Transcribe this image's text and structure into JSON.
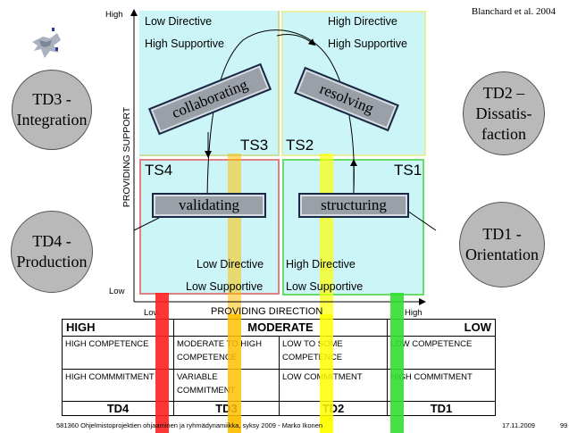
{
  "citation": "Blanchard et al. 2004",
  "axes": {
    "y_label": "PROVIDING SUPPORT",
    "y_high": "High",
    "y_low": "Low",
    "x_label": "PROVIDING DIRECTION",
    "x_low": "Low",
    "x_high": "High"
  },
  "quadrants": {
    "top_left": {
      "line1": "Low Directive",
      "line2": "High Supportive",
      "stage": "TS3",
      "action": "collaborating"
    },
    "top_right": {
      "line1": "High Directive",
      "line2": "High Supportive",
      "stage": "TS2",
      "action": "resolving"
    },
    "bottom_left": {
      "line1": "Low Directive",
      "line2": "Low Supportive",
      "stage": "TS4",
      "action": "validating"
    },
    "bottom_right": {
      "line1": "High Directive",
      "line2": "Low Supportive",
      "stage": "TS1",
      "action": "structuring"
    }
  },
  "development_stages": {
    "td1": "TD1 -\nOrientation",
    "td2": "TD2 –\nDissatis-\nfaction",
    "td3": "TD3 -\nIntegration",
    "td4": "TD4 -\nProduction"
  },
  "table": {
    "head": {
      "left": "HIGH",
      "middle": "MODERATE",
      "right": "LOW"
    },
    "competence": [
      "HIGH COMPETENCE",
      "MODERATE TO HIGH COMPETENCE",
      "LOW TO SOME COMPETENCE",
      "LOW COMPETENCE"
    ],
    "commitment": [
      "HIGH COMMMITMENT",
      "VARIABLE COMMITMENT",
      "LOW COMMITMENT",
      "HIGH COMMITMENT"
    ],
    "stages": [
      "TD4",
      "TD3",
      "TD2",
      "TD1"
    ]
  },
  "footer": {
    "course": "581360 Ohjelmistoprojektien ohjaaminen ja ryhmädynamiikka, syksy 2009 - Marko Ikonen",
    "date": "17.11.2009",
    "page": "99"
  },
  "colors": {
    "quadrant_fill": "#ccf5f8",
    "ts3_border": "#c9df9c",
    "ts2_border": "#e6eea0",
    "ts4_border": "#e08080",
    "ts1_border": "#66dd66",
    "bar_red": "#ff2020",
    "bar_orange": "#ffc000",
    "bar_yellow": "#ffff00",
    "bar_green": "#33dd33"
  }
}
